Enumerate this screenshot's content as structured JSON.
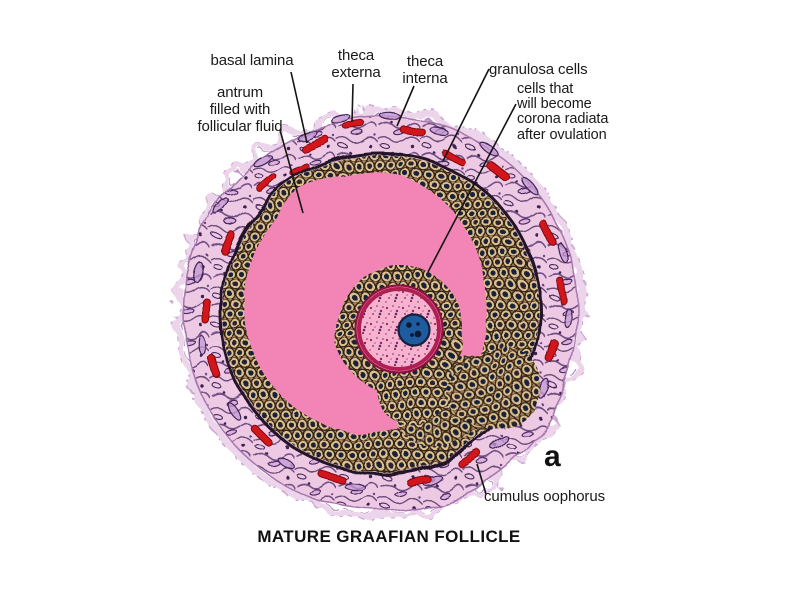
{
  "figure": {
    "panel_letter": "a",
    "caption": "MATURE GRAAFIAN FOLLICLE",
    "labels": {
      "basal_lamina": "basal lamina",
      "antrum": "antrum\nfilled with\nfollicular fluid",
      "theca_externa": "theca\nexterna",
      "theca_interna": "theca\ninterna",
      "granulosa_cells": "granulosa cells",
      "corona_radiata_cells": "cells that\nwill become\ncorona radiata\nafter ovulation",
      "cumulus_oophorus": "cumulus oophorus"
    },
    "colors": {
      "background": "#ffffff",
      "antrum_fluid_pink": "#f285b5",
      "ooplasm_pink": "#f3abc9",
      "zona_pellucida_crimson": "#b01e52",
      "nucleus_blue": "#1e5c9f",
      "granulosa_tan": "#ddc18e",
      "theca_pink": "#eec9e4",
      "blood_vessel_red": "#d2121a",
      "basal_lamina_dark": "#241228",
      "label_text": "#1a1a1a"
    }
  }
}
